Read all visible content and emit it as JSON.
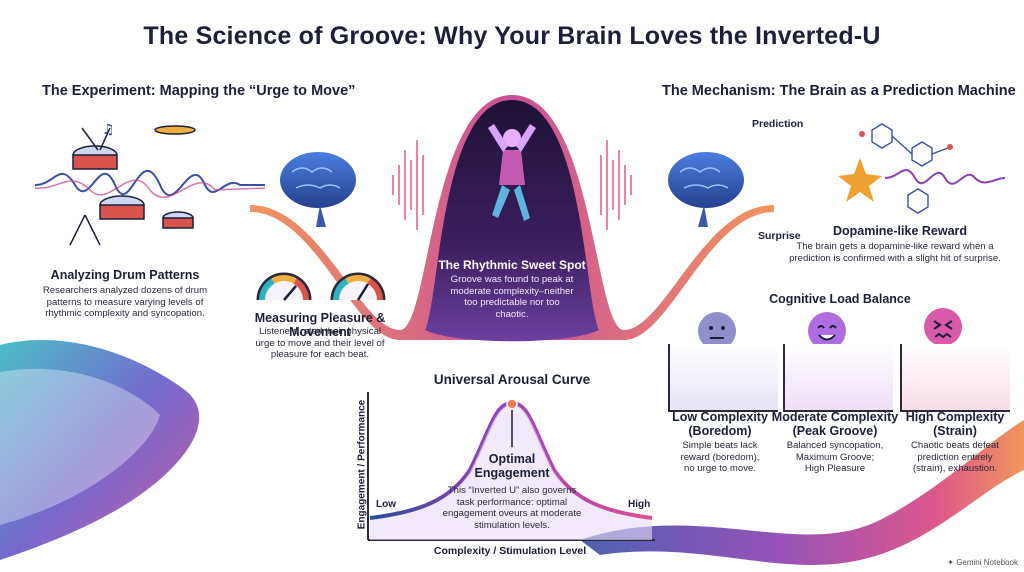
{
  "title": "The Science of Groove: Why Your Brain Loves the Inverted-U",
  "experiment": {
    "heading": "The Experiment: Mapping the “Urge to Move”",
    "drum_title": "Analyzing Drum Patterns",
    "drum_text": [
      "Researchers analyzed dozens of drum",
      "patterns to measure varying levels of",
      "rhythmic complexity and syncopation."
    ],
    "measure_title": "Measuring Pleasure & Movement",
    "measure_text": [
      "Listeners rated their physical",
      "urge to move and their level of",
      "pleasure for each beat."
    ]
  },
  "sweet_spot": {
    "title": "The Rhythmic Sweet Spot",
    "text": [
      "Groove was found to peak at",
      "moderate complexity–neither",
      "too predictable nor too",
      "chaotic."
    ]
  },
  "mechanism": {
    "heading": "The Mechanism: The Brain as a Prediction Machine",
    "prediction_label": "Prediction",
    "surprise_label": "Surprise",
    "reward_title": "Dopamine-like Reward",
    "reward_text": [
      "The brain gets a dopamine-like reward when a",
      "prediction is confirmed with a slight hit of surprise."
    ]
  },
  "cognitive": {
    "heading": "Cognitive Load Balance",
    "panels": [
      {
        "title1": "Low Complexity",
        "title2": "(Boredom)",
        "text": [
          "Simple beats lack",
          "reward (boredom),",
          "no urge to move."
        ],
        "face_color": "#8f8fc9",
        "icon": "neutral-face-icon"
      },
      {
        "title1": "Moderate Complexity",
        "title2": "(Peak Groove)",
        "text": [
          "Balanced syncopation,",
          "Maximum Groove;",
          "High Pleasure"
        ],
        "face_color": "#b06de0",
        "icon": "happy-face-icon"
      },
      {
        "title1": "High Complexity",
        "title2": "(Strain)",
        "text": [
          "Chaotic beats defeat",
          "prediction entirely",
          "(strain), exhaustion."
        ],
        "face_color": "#d95aa8",
        "icon": "stressed-face-icon"
      }
    ]
  },
  "arousal": {
    "title": "Universal Arousal Curve",
    "ylabel": "Engagement / Performance",
    "xlabel": "Complexity / Stimulation Level",
    "low_label": "Low",
    "high_label": "High",
    "optimal_line1": "Optimal",
    "optimal_line2": "Engagement",
    "text": [
      "This “Inverted U” also governs",
      "task performance: optimal",
      "engagement oveurs at moderate",
      "stimulation levels."
    ]
  },
  "watermark": "Gemini Notebook",
  "colors": {
    "purple": "#6b3fa0",
    "teal": "#2bb3c0",
    "orange": "#f08a4b",
    "magenta": "#c43c8e",
    "navy": "#1b1f3a"
  }
}
